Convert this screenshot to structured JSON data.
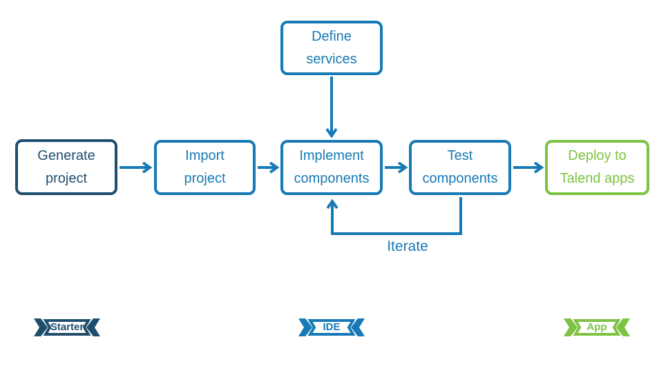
{
  "colors": {
    "navy": "#1f4e6d",
    "blue": "#1779b5",
    "green": "#7dc242",
    "bg": "#ffffff"
  },
  "diagram": {
    "nodes": [
      {
        "id": "define-services",
        "label": "Define\nservices",
        "color": "blue"
      },
      {
        "id": "generate-project",
        "label": "Generate\nproject",
        "color": "navy"
      },
      {
        "id": "import-project",
        "label": "Import\nproject",
        "color": "blue"
      },
      {
        "id": "implement-components",
        "label": "Implement\ncomponents",
        "color": "blue"
      },
      {
        "id": "test-components",
        "label": "Test\ncomponents",
        "color": "blue"
      },
      {
        "id": "deploy-talend-apps",
        "label": "Deploy to\nTalend apps",
        "color": "green"
      }
    ],
    "edges": [
      {
        "from": "Define services",
        "to": "Implement components"
      },
      {
        "from": "Generate project",
        "to": "Import project"
      },
      {
        "from": "Import project",
        "to": "Implement components"
      },
      {
        "from": "Implement components",
        "to": "Test components"
      },
      {
        "from": "Test components",
        "to": "Deploy to Talend apps"
      },
      {
        "from": "Test components",
        "to": "Implement components",
        "label": "Iterate"
      }
    ],
    "loop_label": "Iterate",
    "ribbons": [
      {
        "label": "Starter",
        "color": "navy"
      },
      {
        "label": "IDE",
        "color": "blue"
      },
      {
        "label": "App",
        "color": "green"
      }
    ]
  }
}
